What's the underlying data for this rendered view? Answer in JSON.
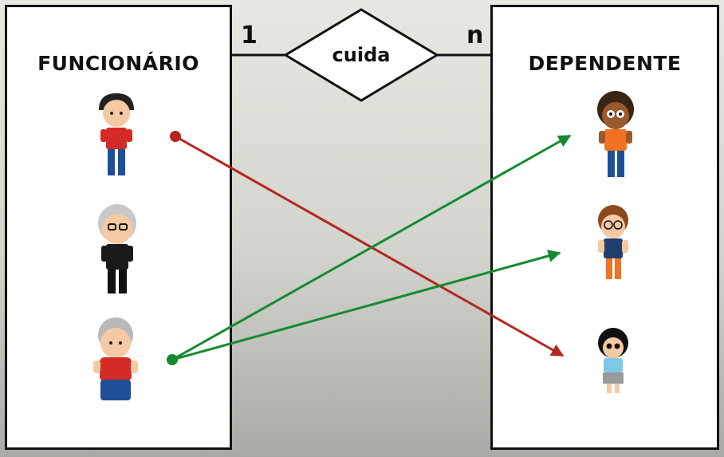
{
  "entities": {
    "left": {
      "title": "FUNCIONÁRIO"
    },
    "right": {
      "title": "DEPENDENTE"
    }
  },
  "relationship": {
    "label": "cuida",
    "cardinality_left": "1",
    "cardinality_right": "n"
  },
  "colors": {
    "red_arrow": "#b5271e",
    "green_arrow": "#158a30",
    "outline": "#111111"
  },
  "icons": {
    "left_people": [
      "young-employee-icon",
      "gray-hair-employee-icon",
      "old-employee-icon"
    ],
    "right_people": [
      "boy-dependent-icon",
      "curly-boy-dependent-icon",
      "girl-dependent-icon"
    ]
  }
}
